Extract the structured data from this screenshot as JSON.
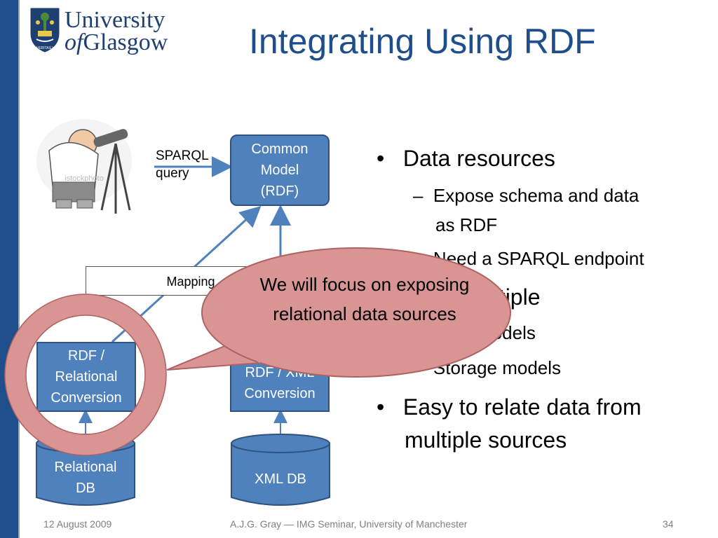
{
  "logo": {
    "line1": "University",
    "line2_of": "of",
    "line2_rest": "Glasgow",
    "crest_motto": "VIA VERITAS VITA",
    "colors": {
      "navy": "#1f3f73",
      "gold": "#e8c84a",
      "green": "#4f8a3a"
    }
  },
  "slide": {
    "title": "Integrating Using RDF"
  },
  "diagram": {
    "common_model": "Common\nModel\n(RDF)",
    "sparql_label": "SPARQL\nquery",
    "mapping_label": "Mapping",
    "rdf_relational": "RDF /\nRelational\nConversion",
    "rdf_xml": "RDF / XML\nConversion",
    "relational_db": "Relational\nDB",
    "xml_db": "XML DB",
    "stock_watermark": "istockphoto"
  },
  "callout": {
    "text": "We will focus on exposing relational data sources"
  },
  "bullets": {
    "items": [
      {
        "level": 1,
        "text": "Data resources"
      },
      {
        "level": 2,
        "text": "Expose schema and data"
      },
      {
        "level": 2,
        "text": "as RDF"
      },
      {
        "level": 2,
        "text": "Need a SPARQL endpoint"
      },
      {
        "level": 1,
        "text": "Allow multiple"
      },
      {
        "level": 2,
        "text": "Data models"
      },
      {
        "level": 2,
        "text": "Storage models"
      },
      {
        "level": 1,
        "text": "Easy to relate data from"
      },
      {
        "level": 1,
        "text": "multiple sources"
      }
    ]
  },
  "footer": {
    "date": "12 August 2009",
    "center": "A.J.G. Gray — IMG Seminar, University of Manchester",
    "page": "34"
  },
  "colors": {
    "box_fill": "#4f81bd",
    "box_border": "#30527f",
    "callout_fill": "#d99594",
    "callout_border": "#b06161",
    "title": "#1f4e8c"
  }
}
